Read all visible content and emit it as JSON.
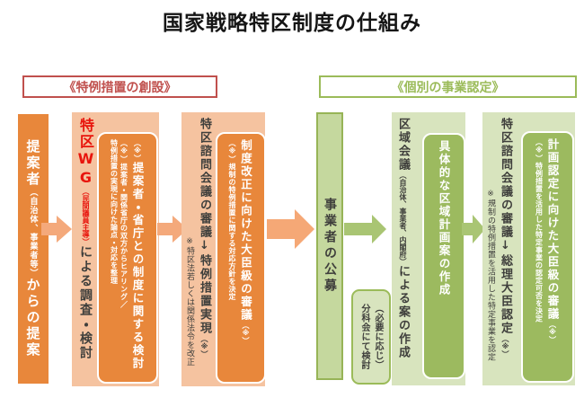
{
  "title": "国家戦略特区制度の仕組み",
  "section_headers": {
    "left": "《特例措置の創設》",
    "right": "《個別の事業認定》"
  },
  "columns": {
    "proposer": {
      "main_top": "提案者",
      "paren": "（自治体、事業者等）",
      "main_bottom": "からの提案"
    },
    "tokku_wg": {
      "wg_kanji": "特区",
      "wg_latin": "WG",
      "wg_paren": "（民間議員主導）",
      "wg_rest": "による調査・検討",
      "box": {
        "ref": "（※）",
        "main": "提案者・省庁との制度に関する検討",
        "note_line1": "（※）提案者・関係省庁の双方からヒアリング／",
        "note_line2": "特例措置の実現に向けた論点・対応を整理"
      }
    },
    "shimon_kaigi_1": {
      "main": "特区諮問会議の審議",
      "arrow": "↓",
      "result": "特例措置実現",
      "ref": "（※）",
      "note": "※特区法若しくは関係法令を改正",
      "box": {
        "main": "制度改正に向けた大臣級の審議",
        "ref": "（※）",
        "note": "（※）規制の特例措置に関する対応方針を決定"
      }
    },
    "koubo": {
      "label": "事業者の公募"
    },
    "bunkakai": {
      "line1": "（必要に応じ）",
      "line2": "分科会にて検討"
    },
    "kuiki_kaigi": {
      "main_top": "区域会議",
      "paren": "（自治体、事業者、内閣府）",
      "main_bottom": "による案の作成",
      "box": {
        "main": "具体的な区域計画案の作成"
      }
    },
    "shimon_kaigi_2": {
      "main": "特区諮問会議の審議",
      "arrow": "↓",
      "result": "総理大臣認定",
      "ref": "（※）",
      "note": "※規制の特例措置を活用した特定事業を認定",
      "box": {
        "main": "計画認定に向けた大臣級の審議",
        "ref": "（※）",
        "note": "（※）特例措置を活用した特定事業の認定可否を決定"
      }
    }
  },
  "colors": {
    "orange_solid": "#E8873B",
    "salmon_bg": "#F5C3A0",
    "orange_arrow": "#F4A97B",
    "red_accent": "#E8140C",
    "header_red": "#C0504D",
    "green_solid_fill": "#C5D89E",
    "green_border": "#97B456",
    "light_green_bg": "#D8E4BE",
    "inner_green": "#9CBA5F",
    "green_arrow": "#A9C573",
    "header_green": "#9BBB59",
    "text_dark": "#3F3F3C"
  }
}
